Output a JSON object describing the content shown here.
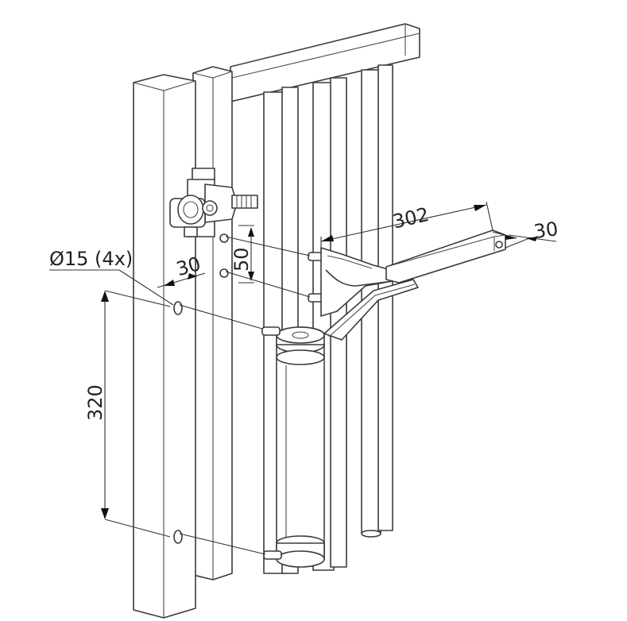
{
  "dimensions": {
    "hole_diameter": "Ø15 (4x)",
    "hole_edge_offset": "30",
    "hole_spacing": "50",
    "vertical_spacing": "320",
    "arm_length": "302",
    "arm_width": "30"
  }
}
